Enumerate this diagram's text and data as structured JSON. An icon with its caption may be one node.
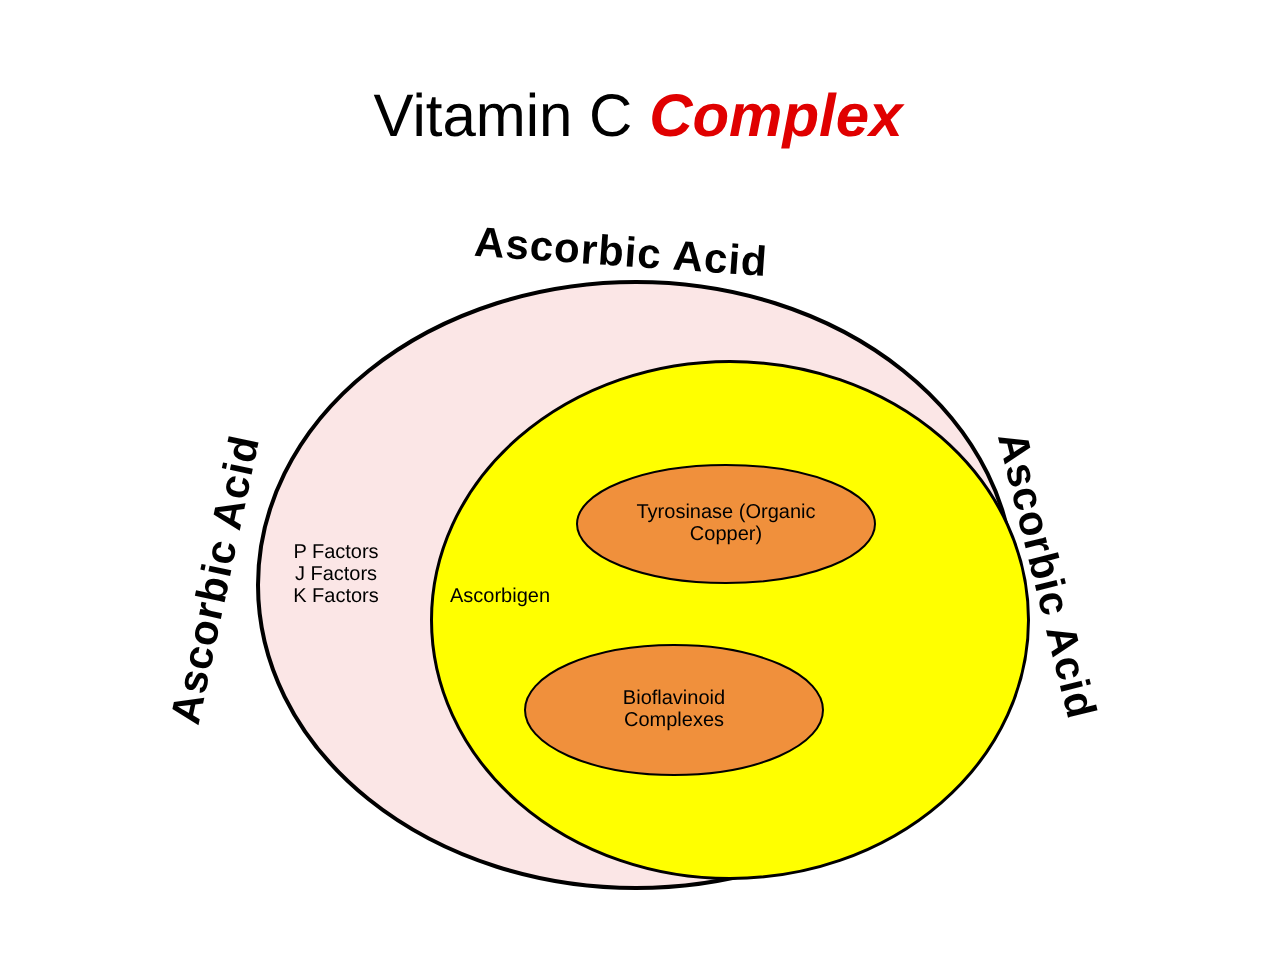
{
  "diagram": {
    "title": "Vitamin C **Complex**",
    "nodes": [
      {
        "text": [
          "Ascorbic Acid",
          "Ascorbic Acid",
          "Ascorbic Acid",
          "P Factors J Factors K Factors"
        ]
      },
      {
        "text": [
          "Ascorbigen"
        ],
        "in": 0
      },
      {
        "text": [
          "Tyrosinase (Organic Copper)"
        ],
        "in": 1
      },
      {
        "text": [
          "Bioflavinoid Complexes"
        ],
        "in": 1
      }
    ]
  }
}
